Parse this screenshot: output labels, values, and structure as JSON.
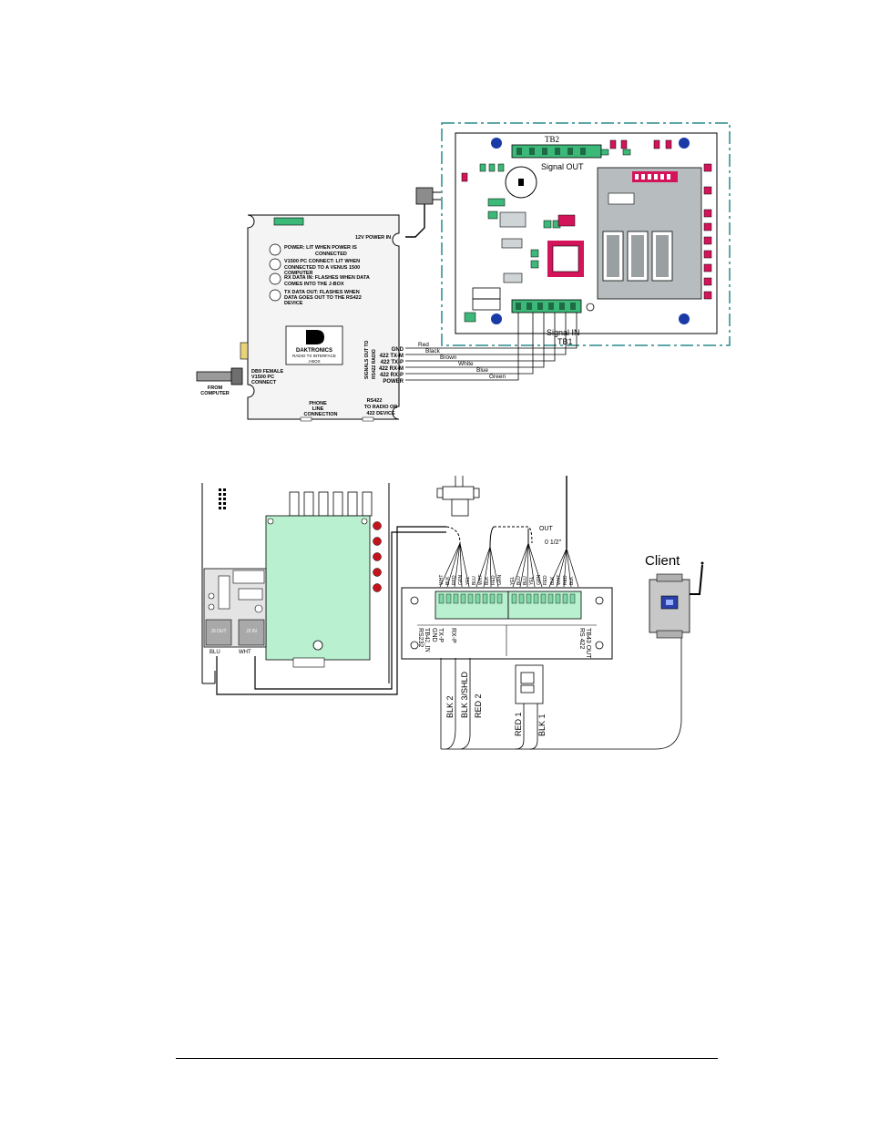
{
  "upper_diagram": {
    "jbox": {
      "power_in": "12V POWER IN",
      "leds": [
        {
          "line1": "POWER: LIT WHEN POWER IS",
          "line2": "CONNECTED"
        },
        {
          "line1": "V1500 PC CONNECT: LIT WHEN",
          "line2": "CONNECTED TO A VENUS 1500",
          "line3": "COMPUTER"
        },
        {
          "line1": "RX DATA IN: FLASHES WHEN DATA",
          "line2": "COMES INTO THE J-BOX"
        },
        {
          "line1": "TX DATA OUT: FLASHES WHEN",
          "line2": "DATA GOES OUT TO THE RS422",
          "line3": "DEVICE"
        }
      ],
      "brand": "DAKTRONICS",
      "brand_sub1": "RADIO TX INTERFACE",
      "brand_sub2": "J-BOX",
      "side_label1": "SIGNALS OUT TO",
      "side_label2": "RS422 RADIO",
      "terminals": [
        "GND",
        "422 TX-M",
        "422 TX-P",
        "422 RX-M",
        "422 RX-P",
        "POWER"
      ],
      "db9_1": "DB9 FEMALE",
      "db9_2": "V1500 PC",
      "db9_3": "CONNECT",
      "from_computer_1": "FROM",
      "from_computer_2": "COMPUTER",
      "phone_1": "PHONE",
      "phone_2": "LINE",
      "phone_3": "CONNECTION",
      "rs422_1": "RS422",
      "rs422_2": "TO RADIO OR",
      "rs422_3": "422 DEVICE"
    },
    "wires": [
      "Red",
      "Black",
      "Brown",
      "White",
      "Blue",
      "Green"
    ],
    "board": {
      "tb2": "TB2",
      "signal_out": "Signal OUT",
      "signal_in": "Signal IN",
      "tb1": "TB1"
    }
  },
  "lower_diagram": {
    "out_label": "OUT",
    "pair_label": "0 1/2\"",
    "wire_groups": [
      [
        "WHT",
        "BLK",
        "RED",
        "GRN"
      ],
      [
        "YEL",
        "BLU",
        "WHT",
        "BLK"
      ],
      [
        "RED",
        "GRN",
        "YEL",
        "BLU"
      ],
      [
        "BLU",
        "YEL",
        "GRN",
        "RED"
      ],
      [
        "BLK",
        "WHT",
        "RED",
        "BLK"
      ]
    ],
    "tb_left_1": "TB42_IN",
    "tb_left_2": "RS232",
    "tb_left_pins": [
      "TX-P",
      "GND",
      "RX-P"
    ],
    "tb_right_1": "TB43 OUT",
    "tb_right_2": "RS 422",
    "cable_labels_left": [
      "BLK 2",
      "BLK 3/SHLD",
      "RED 2"
    ],
    "cable_labels_right": [
      "RED 1",
      "BLK 1"
    ],
    "client": "Client",
    "j3_out": "J3 OUT",
    "j3_in": "J3 IN",
    "blu": "BLU",
    "wht": "WHT"
  }
}
